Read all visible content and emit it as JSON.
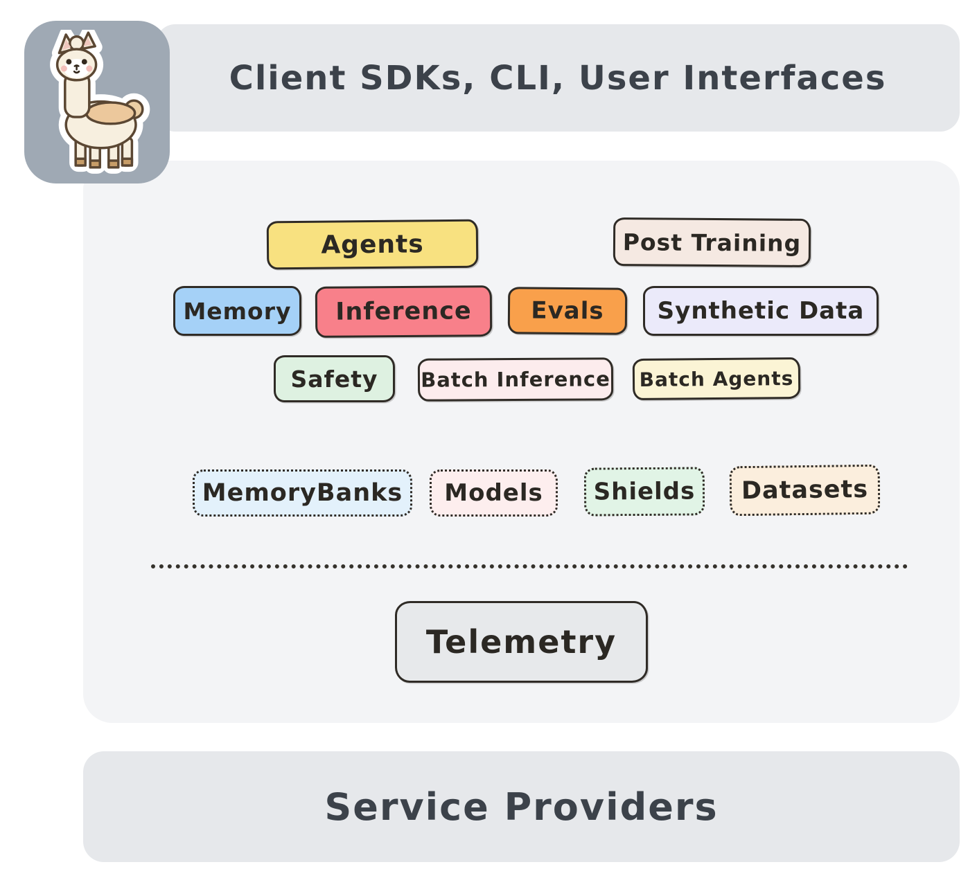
{
  "header": {
    "label": "Client SDKs, CLI, User Interfaces"
  },
  "footer": {
    "label": "Service Providers"
  },
  "icons": {
    "logo": "llama-mascot"
  },
  "colors": {
    "bar_bg": "#e6e8eb",
    "panel_bg": "#f3f4f6",
    "tile_bg": "#9fa9b4",
    "ink": "#2f2b26",
    "bar_text": "#3c424a"
  },
  "apis": {
    "agents": {
      "label": "Agents",
      "bg": "#f8e180"
    },
    "post_training": {
      "label": "Post Training",
      "bg": "#f5e9e2"
    },
    "memory": {
      "label": "Memory",
      "bg": "#a5d1f7"
    },
    "inference": {
      "label": "Inference",
      "bg": "#f8808a"
    },
    "evals": {
      "label": "Evals",
      "bg": "#f9a04b"
    },
    "synthetic_data": {
      "label": "Synthetic Data",
      "bg": "#ebeafa"
    },
    "safety": {
      "label": "Safety",
      "bg": "#def1e1"
    },
    "batch_inference": {
      "label": "Batch Inference",
      "bg": "#fceced"
    },
    "batch_agents": {
      "label": "Batch Agents",
      "bg": "#fbf4d5"
    }
  },
  "resources": {
    "memory_banks": {
      "label": "MemoryBanks",
      "bg": "#e3f1fb"
    },
    "models": {
      "label": "Models",
      "bg": "#fdeeee"
    },
    "shields": {
      "label": "Shields",
      "bg": "#e1f4e6"
    },
    "datasets": {
      "label": "Datasets",
      "bg": "#fbeedd"
    }
  },
  "telemetry": {
    "label": "Telemetry",
    "bg": "#e7e9eb"
  }
}
